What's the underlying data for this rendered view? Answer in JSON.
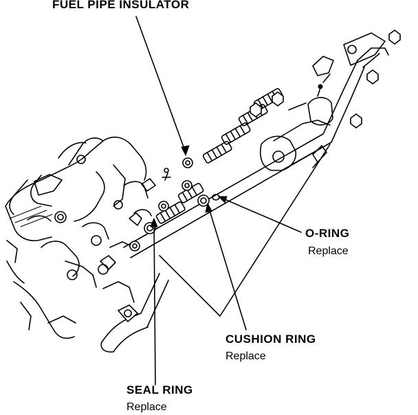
{
  "labels": {
    "fuel_pipe_insulator": "FUEL PIPE INSULATOR",
    "o_ring": "O-RING",
    "o_ring_note": "Replace",
    "cushion_ring": "CUSHION RING",
    "cushion_ring_note": "Replace",
    "seal_ring": "SEAL RING",
    "seal_ring_note": "Replace"
  }
}
